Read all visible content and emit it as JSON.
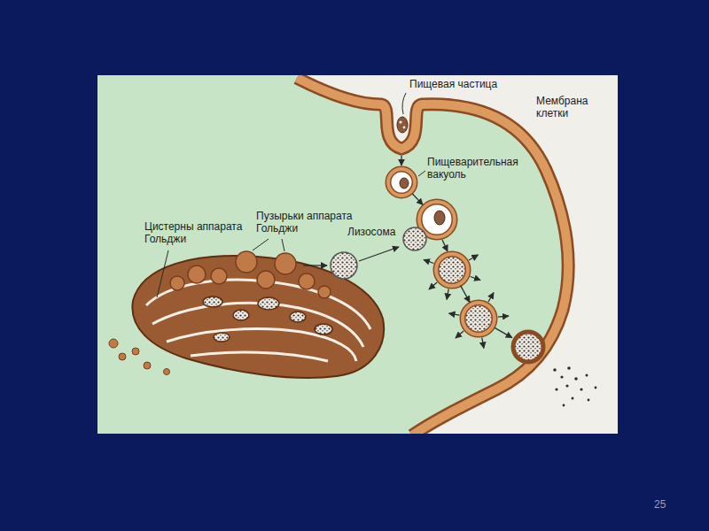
{
  "diagram": {
    "labels": [
      "Пищевая частица",
      "Мембрана клетки",
      "Пищеварительная вакуоль",
      "Цистерны аппарата Гольджи",
      "Пузырьки аппарата Гольджи",
      "Лизосома",
      "25"
    ]
  }
}
